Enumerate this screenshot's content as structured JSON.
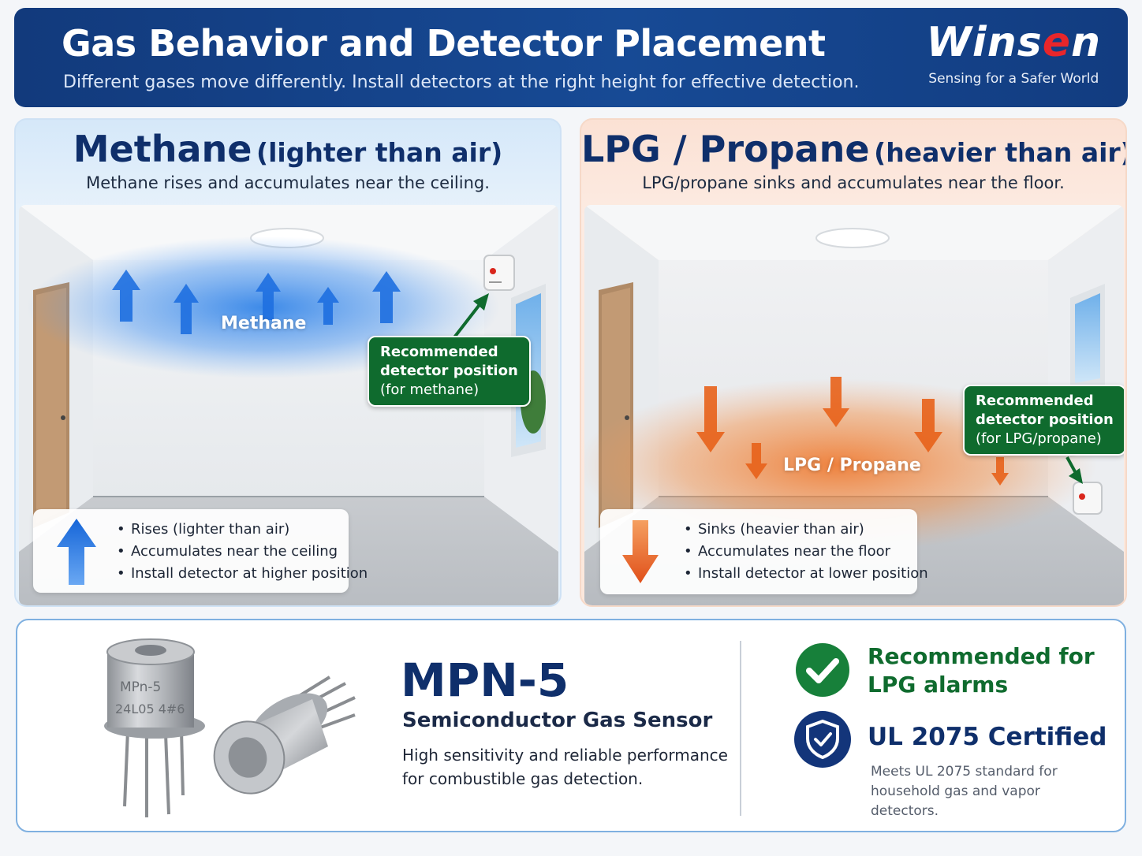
{
  "header": {
    "title": "Gas Behavior and Detector Placement",
    "subtitle": "Different gases move differently. Install detectors at the right height for effective detection.",
    "logo_prefix": "Wins",
    "logo_e": "e",
    "logo_suffix": "n",
    "logo_tagline": "Sensing for a Safer World"
  },
  "methane": {
    "title_main": "Methane",
    "title_note": "(lighter than air)",
    "subtitle": "Methane rises and accumulates near the ceiling.",
    "gas_label": "Methane",
    "callout_line1": "Recommended",
    "callout_line2": "detector position",
    "callout_line3": "(for methane)",
    "bullets": [
      "Rises (lighter than air)",
      "Accumulates near the ceiling",
      "Install detector at higher position"
    ],
    "color": "#1e78e6"
  },
  "lpg": {
    "title_main": "LPG / Propane",
    "title_note": "(heavier than air)",
    "subtitle": "LPG/propane sinks and accumulates near the floor.",
    "gas_label": "LPG / Propane",
    "callout_line1": "Recommended",
    "callout_line2": "detector position",
    "callout_line3": "(for LPG/propane)",
    "bullets": [
      "Sinks (heavier than air)",
      "Accumulates near the floor",
      "Install detector at lower position"
    ],
    "color": "#f07020"
  },
  "product": {
    "name": "MPN-5",
    "type": "Semiconductor Gas Sensor",
    "description": "High sensitivity and reliable performance for combustible gas detection.",
    "sensor_marking_1": "MPn-5",
    "sensor_marking_2": "24L05 4#6",
    "recommendation": "Recommended for LPG alarms",
    "certification": "UL 2075 Certified",
    "certification_desc": "Meets UL 2075 standard for household gas and vapor detectors."
  },
  "colors": {
    "brand_blue": "#123a7c",
    "green": "#0f6b2e",
    "navy": "#0f2f6b"
  }
}
